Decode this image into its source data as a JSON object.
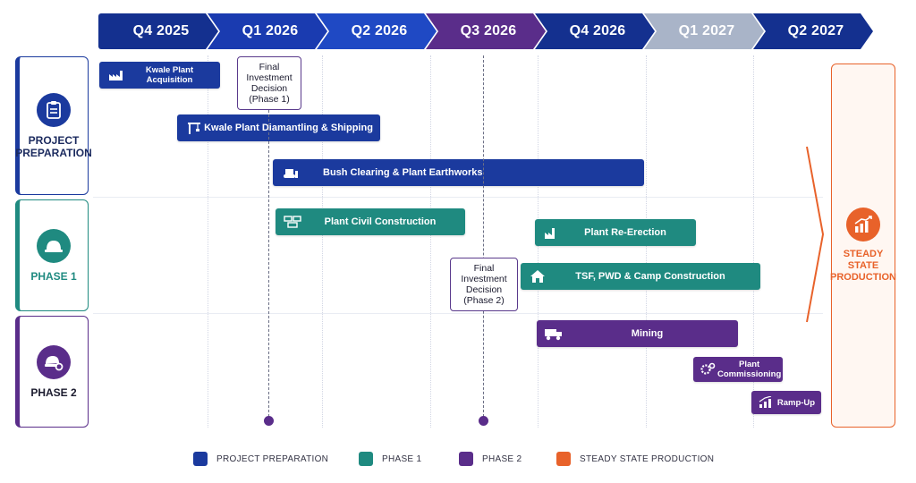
{
  "colors": {
    "project_preparation": "#1b3a9e",
    "phase1": "#1f8a80",
    "phase2": "#5a2d8a",
    "steady_state": "#e8622a",
    "header_dark": "#14308f",
    "header_mid": "#1f49c4",
    "header_gray": "#a9b4c8"
  },
  "quarters": [
    {
      "label": "Q4 2025"
    },
    {
      "label": "Q1 2026"
    },
    {
      "label": "Q2 2026"
    },
    {
      "label": "Q3 2026"
    },
    {
      "label": "Q4 2026"
    },
    {
      "label": "Q1 2027"
    },
    {
      "label": "Q2 2027"
    }
  ],
  "phases": [
    {
      "label": "PROJECT PREPARATION",
      "icon": "clipboard-icon"
    },
    {
      "label": "PHASE 1",
      "icon": "hard-hat-icon"
    },
    {
      "label": "PHASE 2",
      "icon": "hard-hat-gear-icon"
    }
  ],
  "tasks": [
    {
      "label": "Kwale Plant Acquisition",
      "phase": "project_preparation",
      "icon": "factory-icon"
    },
    {
      "label": "Kwale Plant Diamantling & Shipping",
      "phase": "project_preparation",
      "icon": "crane-icon"
    },
    {
      "label": "Bush Clearing & Plant Earthworks",
      "phase": "project_preparation",
      "icon": "bulldozer-icon"
    },
    {
      "label": "Plant Civil Construction",
      "phase": "phase1",
      "icon": "brick-icon"
    },
    {
      "label": "Plant Re-Erection",
      "phase": "phase1",
      "icon": "factory-icon"
    },
    {
      "label": "TSF, PWD & Camp Construction",
      "phase": "phase1",
      "icon": "house-icon"
    },
    {
      "label": "Mining",
      "phase": "phase2",
      "icon": "truck-icon"
    },
    {
      "label": "Plant Commissioning",
      "phase": "phase2",
      "icon": "gears-icon"
    },
    {
      "label": "Ramp-Up",
      "phase": "phase2",
      "icon": "chart-up-icon"
    }
  ],
  "milestones": [
    {
      "lines": [
        "Final",
        "Investment",
        "Decision",
        "(Phase 1)"
      ]
    },
    {
      "lines": [
        "Final",
        "Investment",
        "Decision",
        "(Phase 2)"
      ]
    }
  ],
  "steady_state": {
    "lines": [
      "STEADY",
      "STATE",
      "PRODUCTION"
    ],
    "icon": "bar-chart-rising-icon"
  },
  "legend": [
    {
      "label": "PROJECT PREPARATION",
      "color": "#1b3a9e"
    },
    {
      "label": "PHASE 1",
      "color": "#1f8a80"
    },
    {
      "label": "PHASE 2",
      "color": "#5a2d8a"
    },
    {
      "label": "STEADY STATE PRODUCTION",
      "color": "#e8622a"
    }
  ]
}
